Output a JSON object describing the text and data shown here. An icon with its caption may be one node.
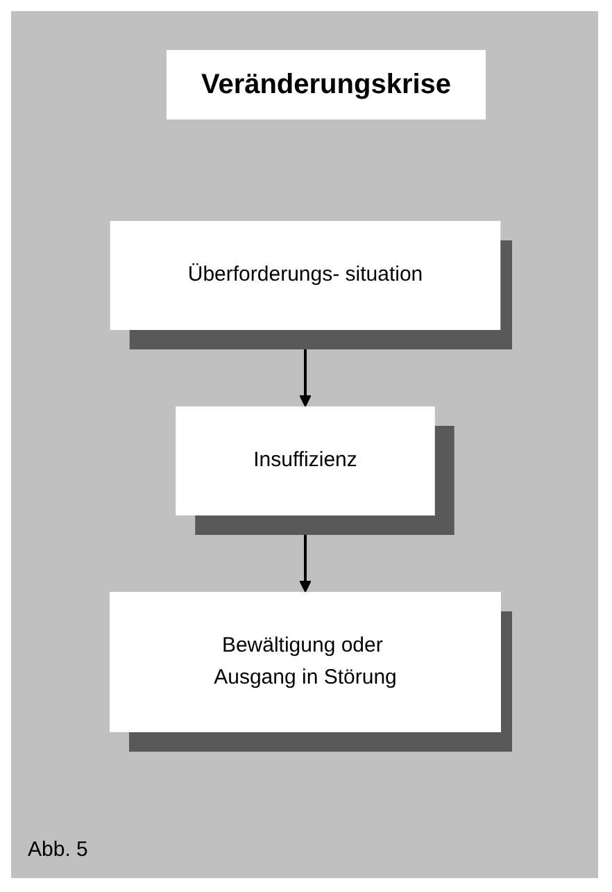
{
  "diagram": {
    "title": "Veränderungskrise",
    "nodes": [
      {
        "text": [
          "Überforderungs- situation"
        ]
      },
      {
        "text": [
          "Insuffizienz"
        ]
      },
      {
        "text": [
          "Bewältigung oder Ausgang in Störung"
        ]
      }
    ],
    "edges": [
      {
        "from": 0,
        "to": 1,
        "arrow": "to"
      },
      {
        "from": 1,
        "to": 2,
        "arrow": "to"
      }
    ],
    "caption": "Abb. 5"
  }
}
